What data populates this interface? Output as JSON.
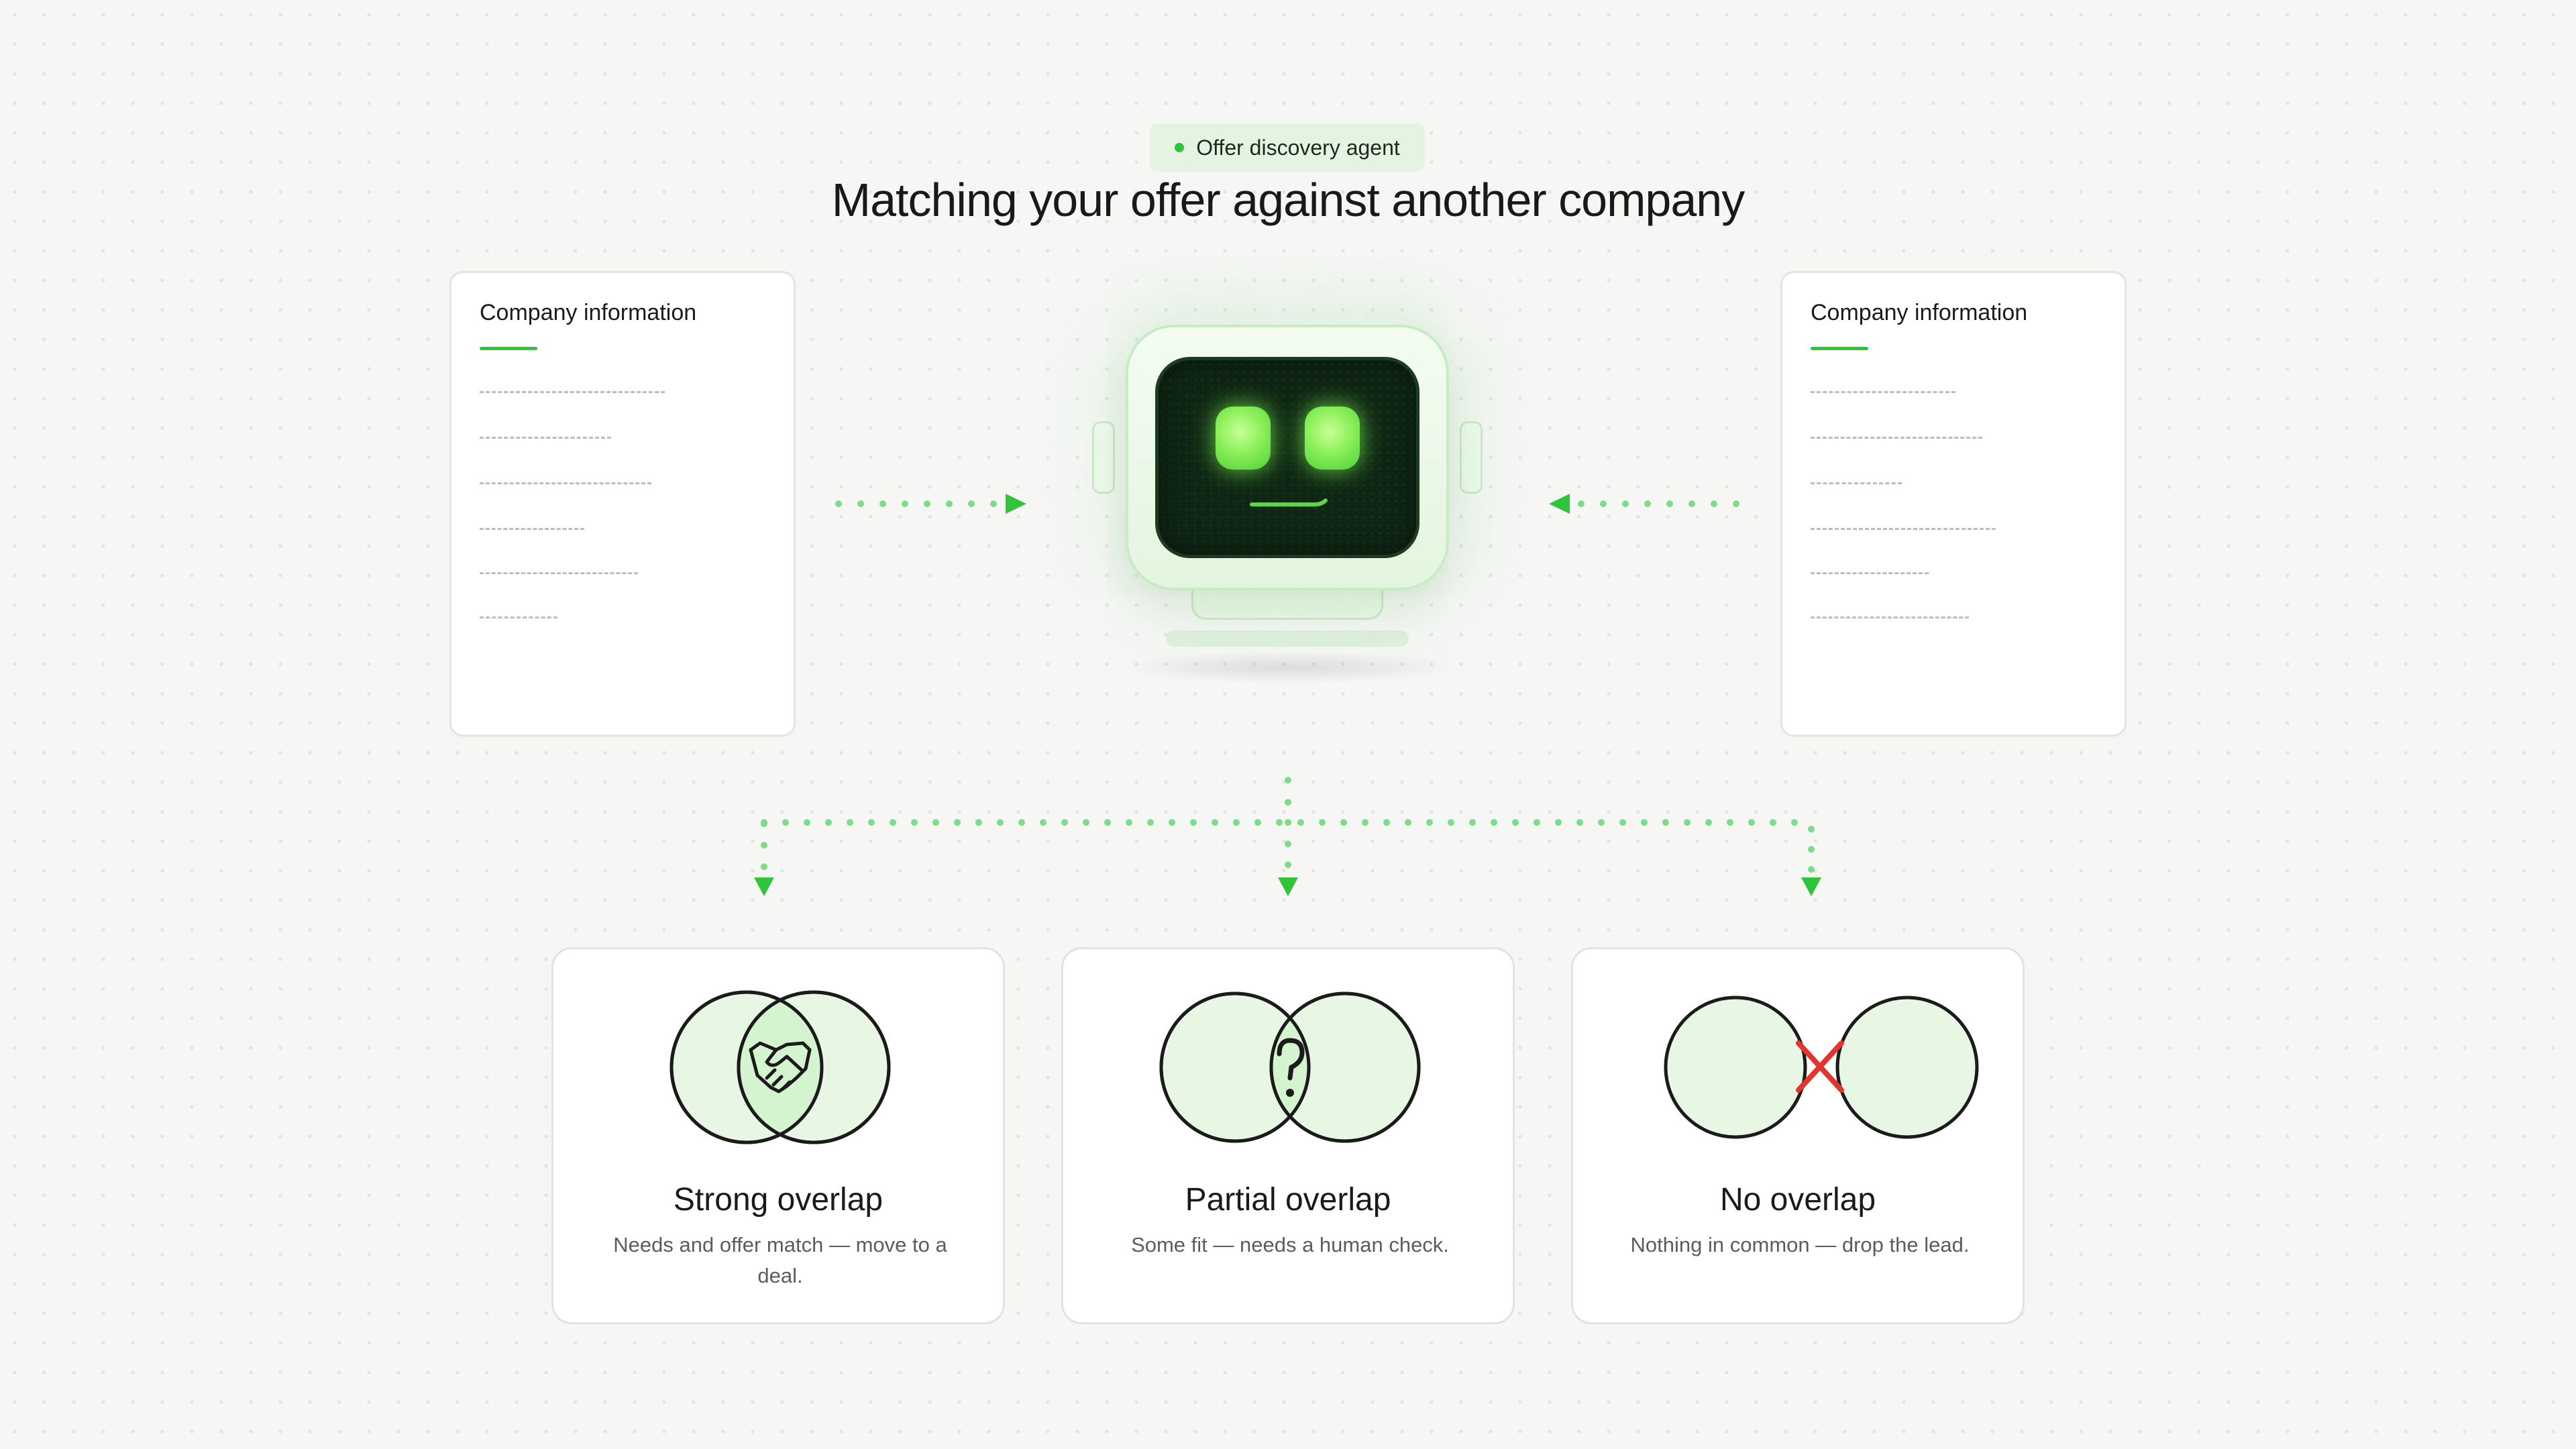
{
  "header": {
    "badge_label": "Offer discovery agent",
    "title": "Matching your offer against another company"
  },
  "company_cards": [
    {
      "title": "Company information"
    },
    {
      "title": "Company information"
    }
  ],
  "outcomes": [
    {
      "title": "Strong overlap",
      "description": "Needs and offer match — move to a deal.",
      "icon": "handshake-icon"
    },
    {
      "title": "Partial overlap",
      "description": "Some fit — needs a human check.",
      "icon": "question-mark-icon"
    },
    {
      "title": "No overlap",
      "description": "Nothing in common — drop the lead.",
      "icon": "x-mark-icon"
    }
  ],
  "colors": {
    "accent_green": "#2fc43a",
    "connector_green": "#7ddc86",
    "circle_fill": "#e7f7e4",
    "overlap_fill": "#d4f3cf",
    "no_match_red": "#e0362d",
    "robot_screen": "#0f2614"
  }
}
